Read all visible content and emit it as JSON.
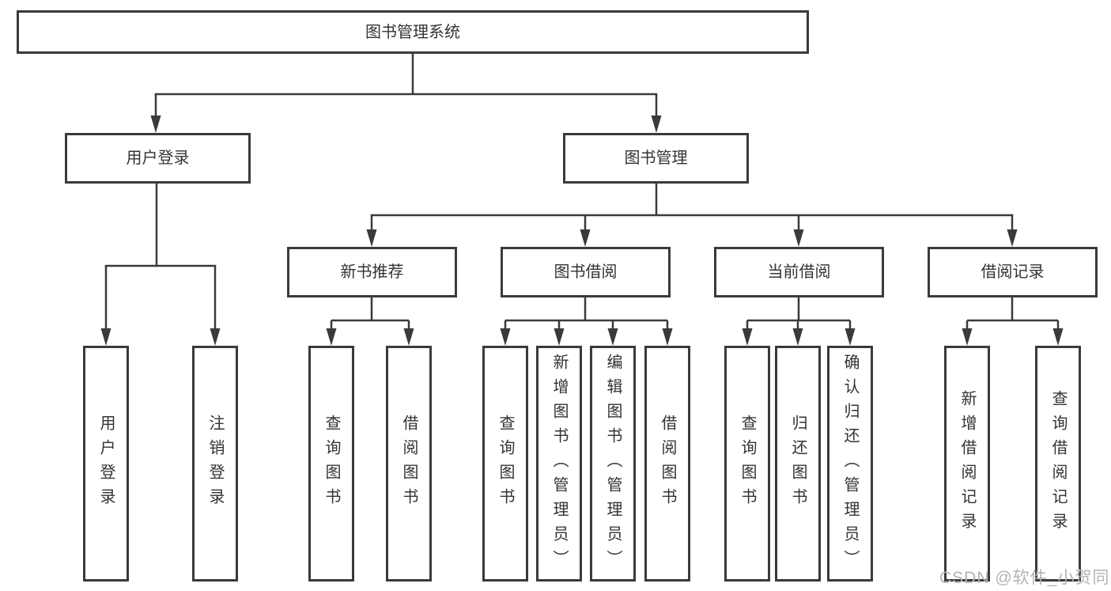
{
  "diagram": {
    "root": {
      "label": "图书管理系统"
    },
    "branches": [
      {
        "label": "用户登录",
        "leaves": [
          {
            "label": "用户登录"
          },
          {
            "label": "注销登录"
          }
        ]
      },
      {
        "label": "图书管理",
        "groups": [
          {
            "label": "新书推荐",
            "leaves": [
              {
                "label": "查询图书"
              },
              {
                "label": "借阅图书"
              }
            ]
          },
          {
            "label": "图书借阅",
            "leaves": [
              {
                "label": "查询图书"
              },
              {
                "label": "新增图书（管理员）"
              },
              {
                "label": "编辑图书（管理员）"
              },
              {
                "label": "借阅图书"
              }
            ]
          },
          {
            "label": "当前借阅",
            "leaves": [
              {
                "label": "查询图书"
              },
              {
                "label": "归还图书"
              },
              {
                "label": "确认归还（管理员）"
              }
            ]
          },
          {
            "label": "借阅记录",
            "leaves": [
              {
                "label": "新增借阅记录"
              },
              {
                "label": "查询借阅记录"
              }
            ]
          }
        ]
      }
    ]
  },
  "watermark": {
    "text": "CSDN @软件_小贺同学"
  },
  "colors": {
    "line": "#3a3a3a",
    "text": "#333333",
    "watermark": "#b3b3b3",
    "background": "#ffffff"
  }
}
